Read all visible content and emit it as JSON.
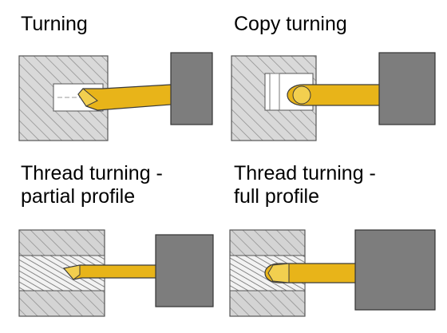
{
  "panels": [
    {
      "id": "turning",
      "title_lines": [
        "Turning"
      ]
    },
    {
      "id": "copy-turning",
      "title_lines": [
        "Copy turning"
      ]
    },
    {
      "id": "thread-turning-partial",
      "title_lines": [
        "Thread turning -",
        "partial profile"
      ]
    },
    {
      "id": "thread-turning-full",
      "title_lines": [
        "Thread turning -",
        "full profile"
      ]
    }
  ],
  "colors": {
    "workpiece_fill": "#d4d4d4",
    "hatch_line": "#8a8a8a",
    "bore_fill": "#ffffff",
    "holder_fill": "#7d7d7d",
    "tool_fill": "#e8b419",
    "tool_outline": "#3a3a3a"
  },
  "icons": {
    "workpiece": "hatched-section",
    "holder": "tool-holder-block",
    "tool": "boring-bar"
  }
}
